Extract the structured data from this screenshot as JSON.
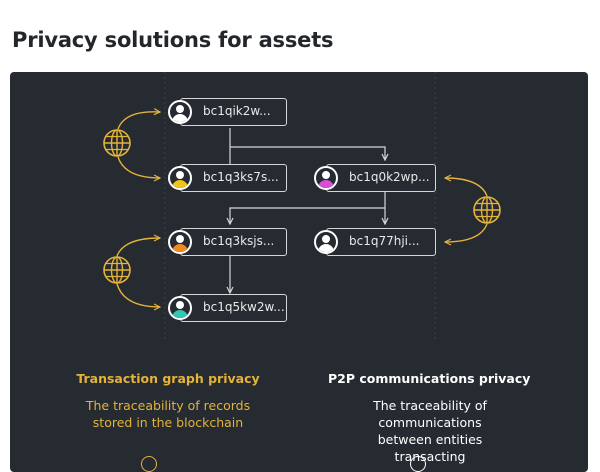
{
  "page": {
    "title": "Privacy solutions for assets"
  },
  "colors": {
    "panel": "#262a31",
    "gold": "#e3b33a",
    "line": "#d6d6d6",
    "text": "#e9e9e9",
    "avatar_white": "#ffffff",
    "avatar_yellow": "#f0c419",
    "avatar_purple": "#d64fd9",
    "avatar_orange": "#ef8a1e",
    "avatar_teal": "#33c7b3"
  },
  "nodes": [
    {
      "id": "n1",
      "address": "bc1qik2w...",
      "avatar_color": "#ffffff"
    },
    {
      "id": "n2",
      "address": "bc1q3ks7s...",
      "avatar_color": "#f0c419"
    },
    {
      "id": "n3",
      "address": "bc1q0k2wp...",
      "avatar_color": "#d64fd9"
    },
    {
      "id": "n4",
      "address": "bc1q3ksjs...",
      "avatar_color": "#ef8a1e"
    },
    {
      "id": "n5",
      "address": "bc1q77hji...",
      "avatar_color": "#ffffff"
    },
    {
      "id": "n6",
      "address": "bc1q5kw2w...",
      "avatar_color": "#33c7b3"
    }
  ],
  "icons": [
    "globe-icon",
    "person-avatar-icon",
    "arrow-icon"
  ],
  "columns": [
    {
      "title": "Transaction graph privacy",
      "description": "The traceability of records stored in the blockchain",
      "color": "#e3b33a"
    },
    {
      "title": "P2P communications privacy",
      "description": "The traceability of communications between entities transacting",
      "color": "#ffffff"
    }
  ]
}
